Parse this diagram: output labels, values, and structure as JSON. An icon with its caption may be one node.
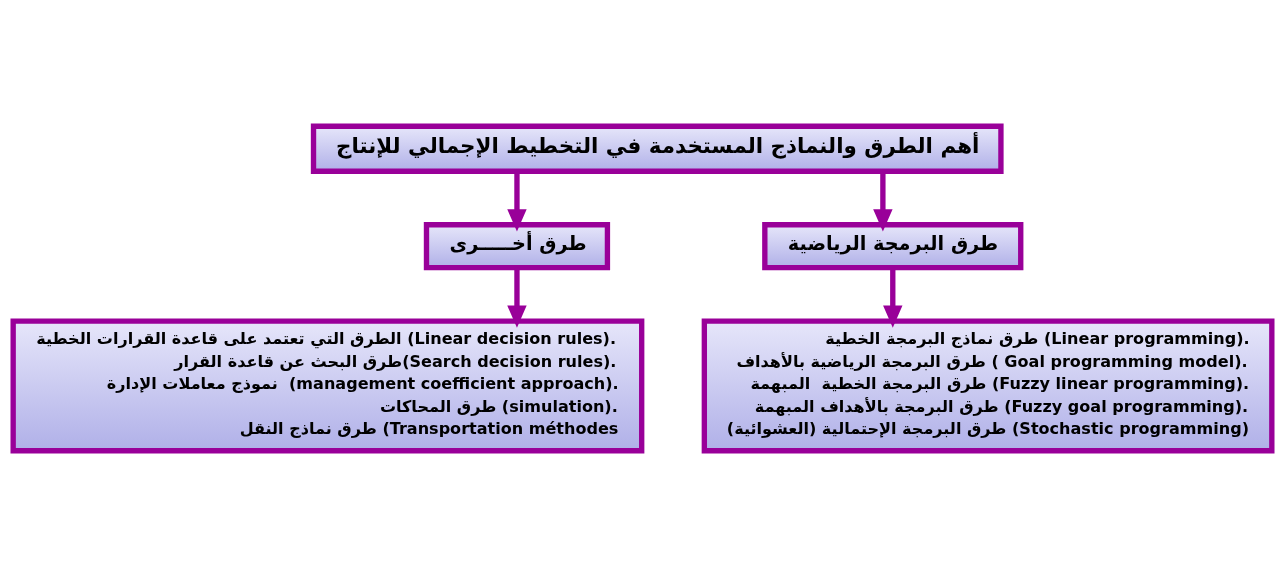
{
  "diagram": {
    "nodes": [
      {
        "text": [
          "أهم الطرق والنماذج المستخدمة في التخطيط الإجمالي للإنتاج"
        ]
      },
      {
        "text": [
          "طرق البرمجة الرياضية"
        ]
      },
      {
        "text": [
          "طرق أخـــــرى"
        ]
      },
      {
        "text": [
          "طرق نماذج البرمجة الخطية (Linear programming).",
          "طرق البرمجة الرياضية بالأهداف ( Goal programming model).",
          "طرق البرمجة الخطية  المبهمة (Fuzzy linear programming).",
          "طرق البرمجة بالأهداف المبهمة (Fuzzy goal programming).",
          "طرق البرمجة الإحتمالية (العشوائية) (Stochastic programming)"
        ]
      },
      {
        "text": [
          "الطرق التي تعتمد على قاعدة القرارات الخطية (Linear decision rules).",
          "طرق البحث عن قاعدة القرار(Search decision rules).",
          "نموذج معاملات الإدارة  (management coefficient approach).",
          "طرق المحاكات (simulation).",
          "طرق نماذج النقل (Transportation méthodes"
        ]
      }
    ],
    "edges": [
      {
        "from": 0,
        "to": 1,
        "arrow": "to"
      },
      {
        "from": 0,
        "to": 2,
        "arrow": "to"
      },
      {
        "from": 1,
        "to": 3,
        "arrow": "to"
      },
      {
        "from": 2,
        "to": 4,
        "arrow": "to"
      }
    ]
  }
}
